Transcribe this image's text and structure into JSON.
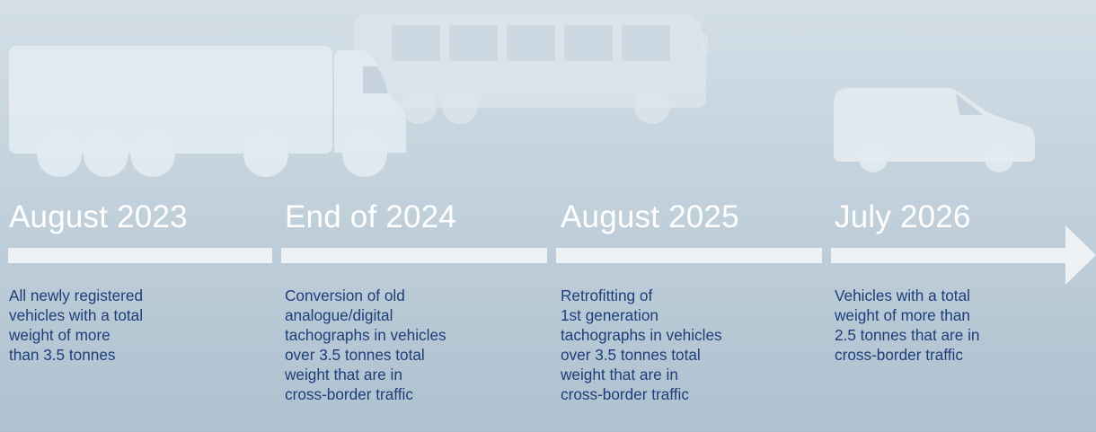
{
  "milestones": [
    {
      "date": "August 2023",
      "text": "All newly registered\nvehicles with a total\nweight of more\nthan 3.5 tonnes"
    },
    {
      "date": "End of 2024",
      "text": "Conversion of old\nanalogue/digital\ntachographs in vehicles\nover 3.5 tonnes total\nweight that are in\ncross-border traffic"
    },
    {
      "date": "August 2025",
      "text": "Retrofitting of\n1st generation\ntachographs in vehicles\nover 3.5 tonnes total\nweight that are in\ncross-border traffic"
    },
    {
      "date": "July 2026",
      "text": "Vehicles with a total\nweight of more than\n2.5 tonnes that are in\ncross-border traffic"
    }
  ],
  "colors": {
    "background_top": "#d4dfe7",
    "background_bottom": "#aec1cf",
    "date_text": "#ffffff",
    "description_text": "#1d3e7a",
    "timeline_bar": "#eef2f5",
    "vehicle_silhouette": "#e3eaf0"
  },
  "icons": [
    "truck-icon",
    "bus-icon",
    "van-icon"
  ]
}
